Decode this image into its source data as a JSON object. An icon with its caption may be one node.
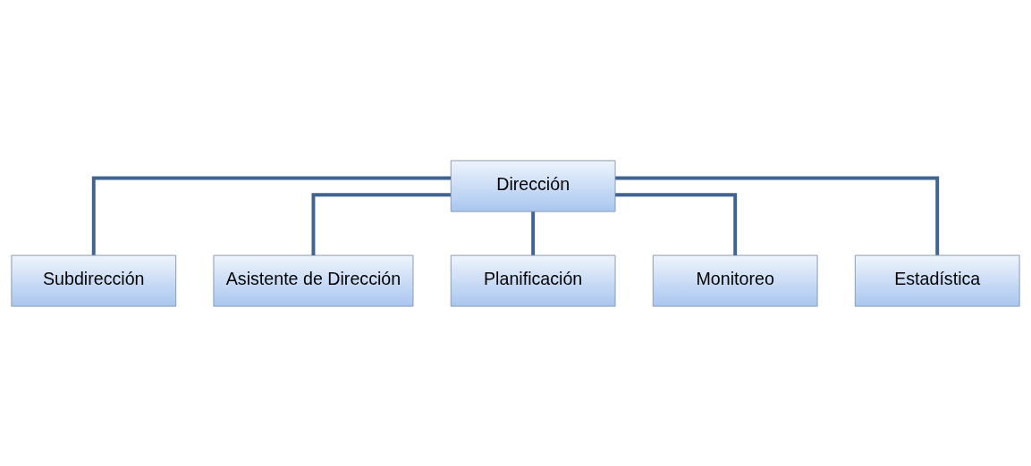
{
  "diagram": {
    "nodes": [
      {
        "text": [
          "Dirección"
        ]
      },
      {
        "text": [
          "Subdirección"
        ]
      },
      {
        "text": [
          "Asistente de Dirección"
        ]
      },
      {
        "text": [
          "Planificación"
        ]
      },
      {
        "text": [
          "Monitoreo"
        ]
      },
      {
        "text": [
          "Estadística"
        ]
      }
    ],
    "edges": [
      {
        "from": 0,
        "to": 1,
        "arrow": "none"
      },
      {
        "from": 0,
        "to": 2,
        "arrow": "none"
      },
      {
        "from": 0,
        "to": 3,
        "arrow": "none"
      },
      {
        "from": 0,
        "to": 4,
        "arrow": "none"
      },
      {
        "from": 0,
        "to": 5,
        "arrow": "none"
      }
    ]
  }
}
